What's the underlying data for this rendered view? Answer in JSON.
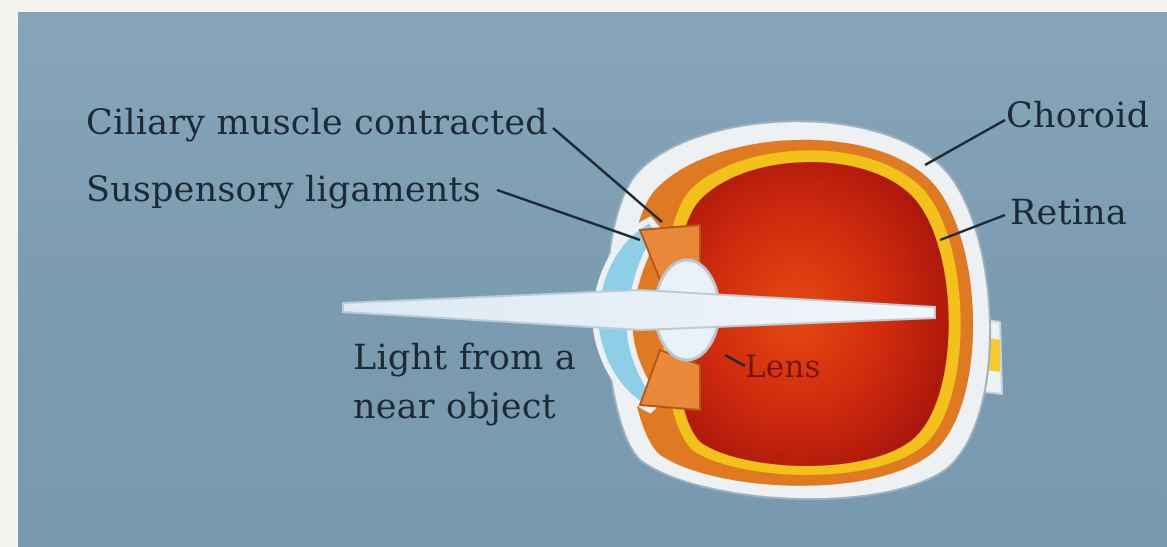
{
  "labels": {
    "ciliary": "Ciliary muscle contracted",
    "suspensory": "Suspensory ligaments",
    "choroid": "Choroid",
    "retina": "Retina",
    "light_line1": "Light from a",
    "light_line2": "near object",
    "lens": "Lens"
  },
  "colors": {
    "background": "#7f9fb5",
    "sclera": "#eef1f4",
    "choroid": "#e07a22",
    "retina": "#f2c21a",
    "vitreous": "#c9260e",
    "cornea": "#8ccfe6",
    "lens": "#e9f2f8",
    "optic_nerve": "#f4cc2c",
    "leader_line": "#1d2a36"
  }
}
